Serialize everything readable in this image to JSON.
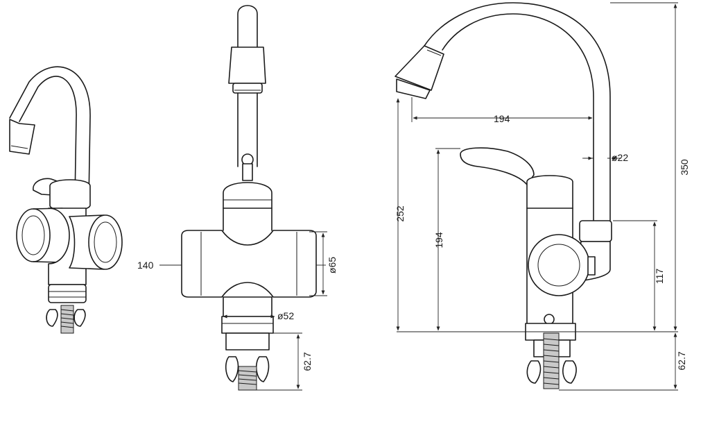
{
  "drawing": {
    "front_view": {
      "width_label": "140",
      "body_diameter_label": "ø65",
      "base_diameter_label": "ø52",
      "thread_length_label": "62.7"
    },
    "side_view": {
      "spout_reach_label": "194",
      "spout_diameter_label": "ø22",
      "total_height_label": "350",
      "spout_height_label": "252",
      "handle_height_label": "194",
      "outlet_height_label": "117",
      "thread_length_label": "62.7"
    }
  }
}
